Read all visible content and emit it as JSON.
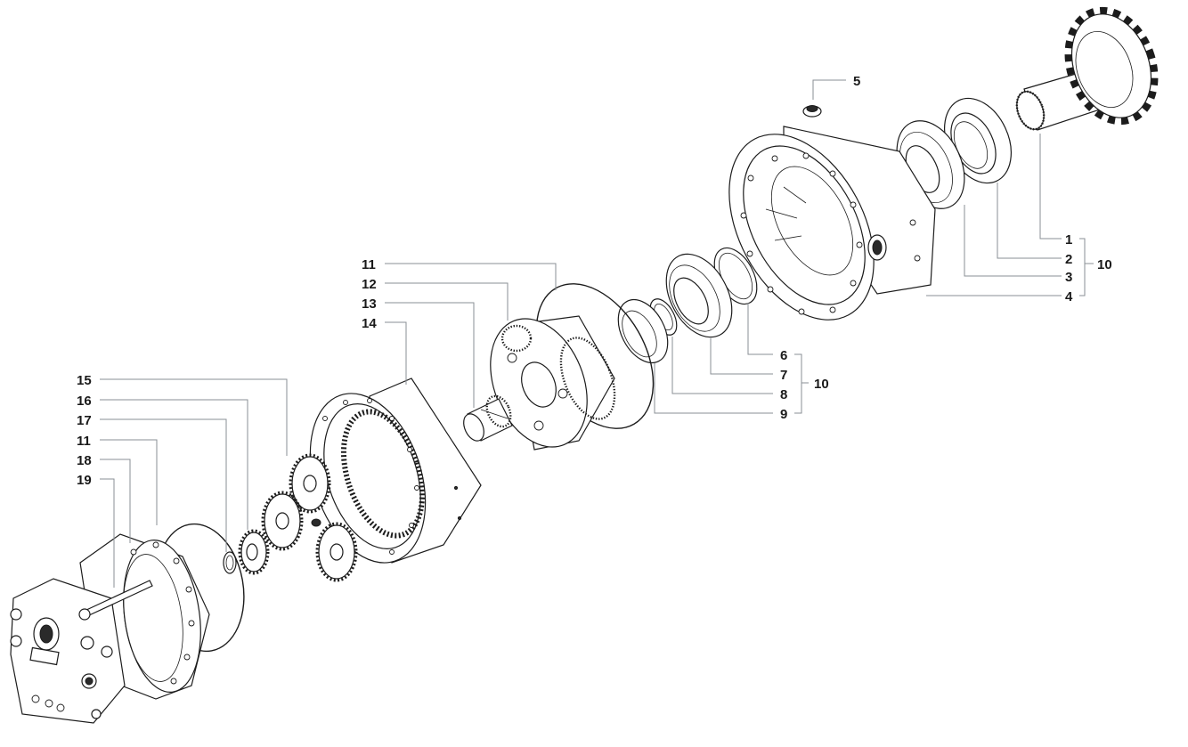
{
  "labels": {
    "p1": "1",
    "p2": "2",
    "p3": "3",
    "p4": "4",
    "p5": "5",
    "p6": "6",
    "p7": "7",
    "p8": "8",
    "p9": "9",
    "g10a": "10",
    "g10b": "10",
    "p11a": "11",
    "p12": "12",
    "p13": "13",
    "p14": "14",
    "p15": "15",
    "p16": "16",
    "p17": "17",
    "p11b": "11",
    "p18": "18",
    "p19": "19"
  }
}
